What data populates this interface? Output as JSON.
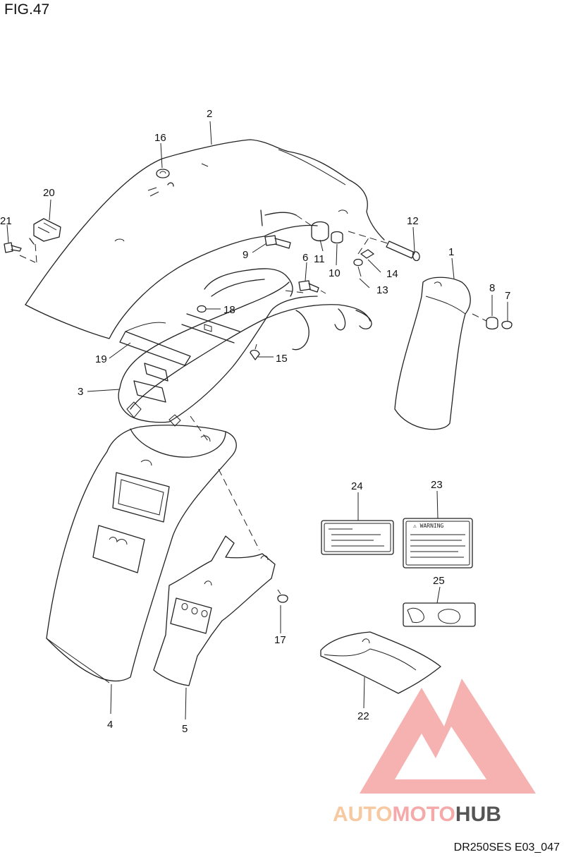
{
  "figure": {
    "title": "FIG.47",
    "code": "DR250SES E03_047"
  },
  "watermark": {
    "part1": "AUTO",
    "part2": "MOTO",
    "part3": "HUB",
    "color_primary": "#f5a9a9",
    "color_secondary": "#f7c9a0",
    "color_dark": "#555555"
  },
  "callouts": {
    "c1": "1",
    "c2": "2",
    "c3": "3",
    "c4": "4",
    "c5": "5",
    "c6": "6",
    "c7": "7",
    "c8": "8",
    "c9": "9",
    "c10": "10",
    "c11": "11",
    "c12": "12",
    "c13": "13",
    "c14": "14",
    "c15": "15",
    "c16": "16",
    "c17": "17",
    "c18": "18",
    "c19": "19",
    "c20": "20",
    "c21": "21",
    "c22": "22",
    "c23": "23",
    "c24": "24",
    "c25": "25"
  },
  "labels": {
    "warning_title": "⚠ WARNING"
  }
}
